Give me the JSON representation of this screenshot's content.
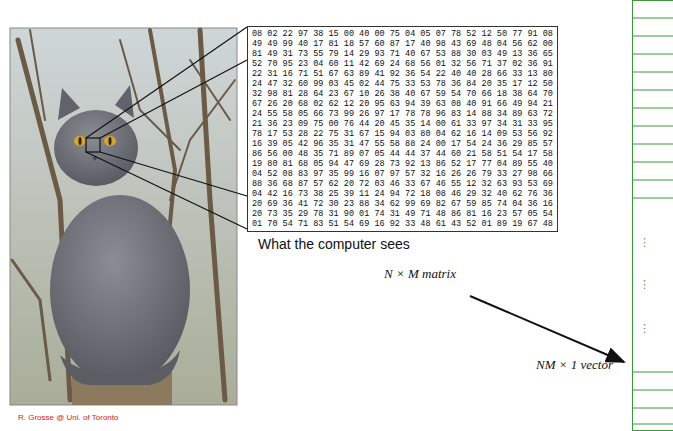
{
  "diagram": {
    "nodes": [
      {
        "text": [
          "08 02 22 97 38 15 00 40 00 75 04 05 07 78 52 12 50 77 91 08",
          "49 49 99 40 17 81 18 57 60 87 17 40 98 43 69 48 04 56 62 00",
          "81 49 31 73 55 79 14 29 93 71 40 67 53 88 30 03 49 13 36 65",
          "52 70 95 23 04 60 11 42 69 24 68 56 01 32 56 71 37 02 36 91",
          "22 31 16 71 51 67 63 89 41 92 36 54 22 40 40 28 66 33 13 80",
          "24 47 32 60 99 03 45 02 44 75 33 53 78 36 84 20 35 17 12 50",
          "32 98 81 28 64 23 67 10 26 38 40 67 59 54 70 66 18 38 64 70",
          "67 26 20 68 02 62 12 20 95 63 94 39 63 08 40 91 66 49 94 21",
          "24 55 58 05 66 73 99 26 97 17 78 78 96 83 14 88 34 89 63 72",
          "21 36 23 09 75 00 76 44 20 45 35 14 00 61 33 97 34 31 33 95",
          "78 17 53 28 22 75 31 67 15 94 03 80 04 62 16 14 09 53 56 92",
          "16 39 05 42 96 35 31 47 55 58 88 24 00 17 54 24 36 29 85 57",
          "86 56 00 48 35 71 89 07 05 44 44 37 44 60 21 58 51 54 17 58",
          "19 80 81 68 05 94 47 69 28 73 92 13 86 52 17 77 04 89 55 40",
          "04 52 08 83 97 35 99 16 07 97 57 32 16 26 26 79 33 27 98 66",
          "88 36 68 87 57 62 20 72 03 46 33 67 46 55 12 32 63 93 53 69",
          "04 42 16 73 38 25 39 11 24 94 72 18 08 46 29 32 40 62 76 36",
          "20 69 36 41 72 30 23 88 34 62 99 69 82 67 59 85 74 04 36 16",
          "20 73 35 29 78 31 90 01 74 31 49 71 48 86 81 16 23 57 05 54",
          "01 70 54 71 83 51 54 69 16 92 33 48 61 43 52 01 89 19 67 48"
        ]
      },
      {
        "text": [
          "⋮",
          "⋮",
          "⋮"
        ]
      }
    ],
    "labels": [
      "What the computer sees",
      "N × M matrix",
      "NM × 1 vector",
      "R. Grosse @ Uni. of Toronto"
    ]
  }
}
